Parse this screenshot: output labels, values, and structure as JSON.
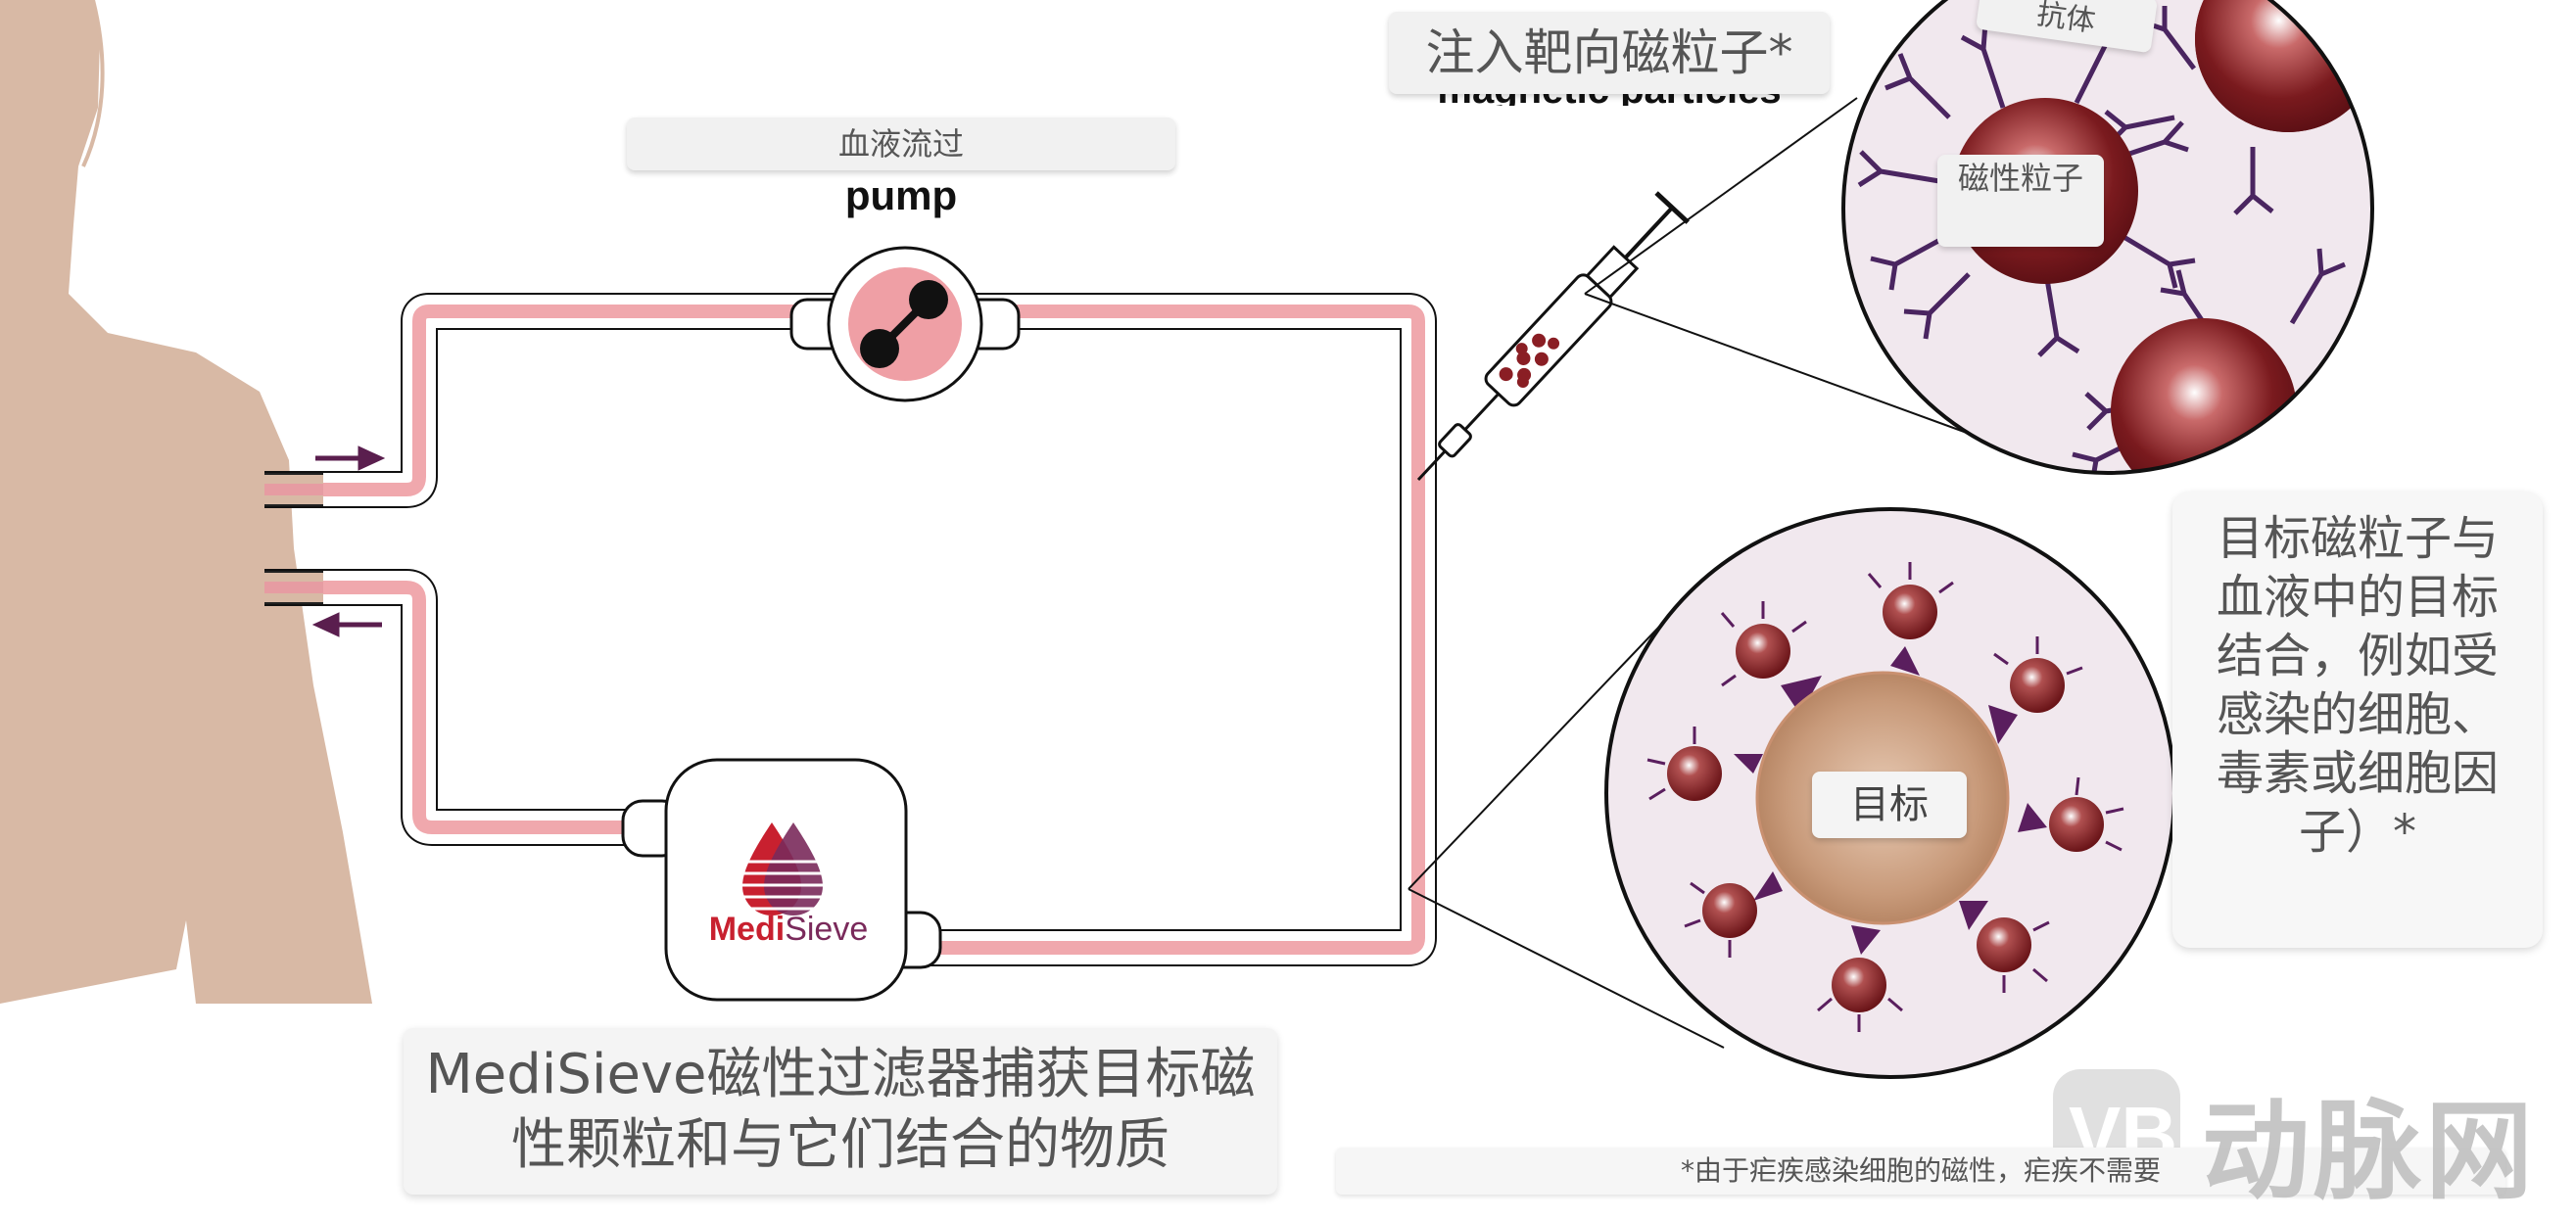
{
  "pump": {
    "label": "血液流过",
    "subtitle": "pump"
  },
  "injection": {
    "label": "注入靶向磁粒子*",
    "subtitle": "magnetic particles"
  },
  "zoom_particles": {
    "antibody_label": "抗体",
    "particle_label": "磁性粒子"
  },
  "zoom_target": {
    "target_label": "目标"
  },
  "explanation": "目标磁粒子与血液中的目标结合，例如受感染的细胞、毒素或细胞因子）*",
  "filter": {
    "brand_medi": "Medi",
    "brand_sieve": "Sieve"
  },
  "caption": "MediSieve磁性过滤器捕获目标磁性颗粒和与它们结合的物质",
  "footnote": "*由于疟疾感染细胞的磁性，疟疾不需要",
  "watermark": {
    "text": "动脉网"
  },
  "colors": {
    "skin": "#d8b9a5",
    "tube_blood": "#f0a8ad",
    "particle": "#7a1a1e",
    "antibody": "#4a2560",
    "zoom_bg": "#f1e8ee",
    "target_cell": "#c89a7a",
    "arrow": "#5a1e4e"
  }
}
